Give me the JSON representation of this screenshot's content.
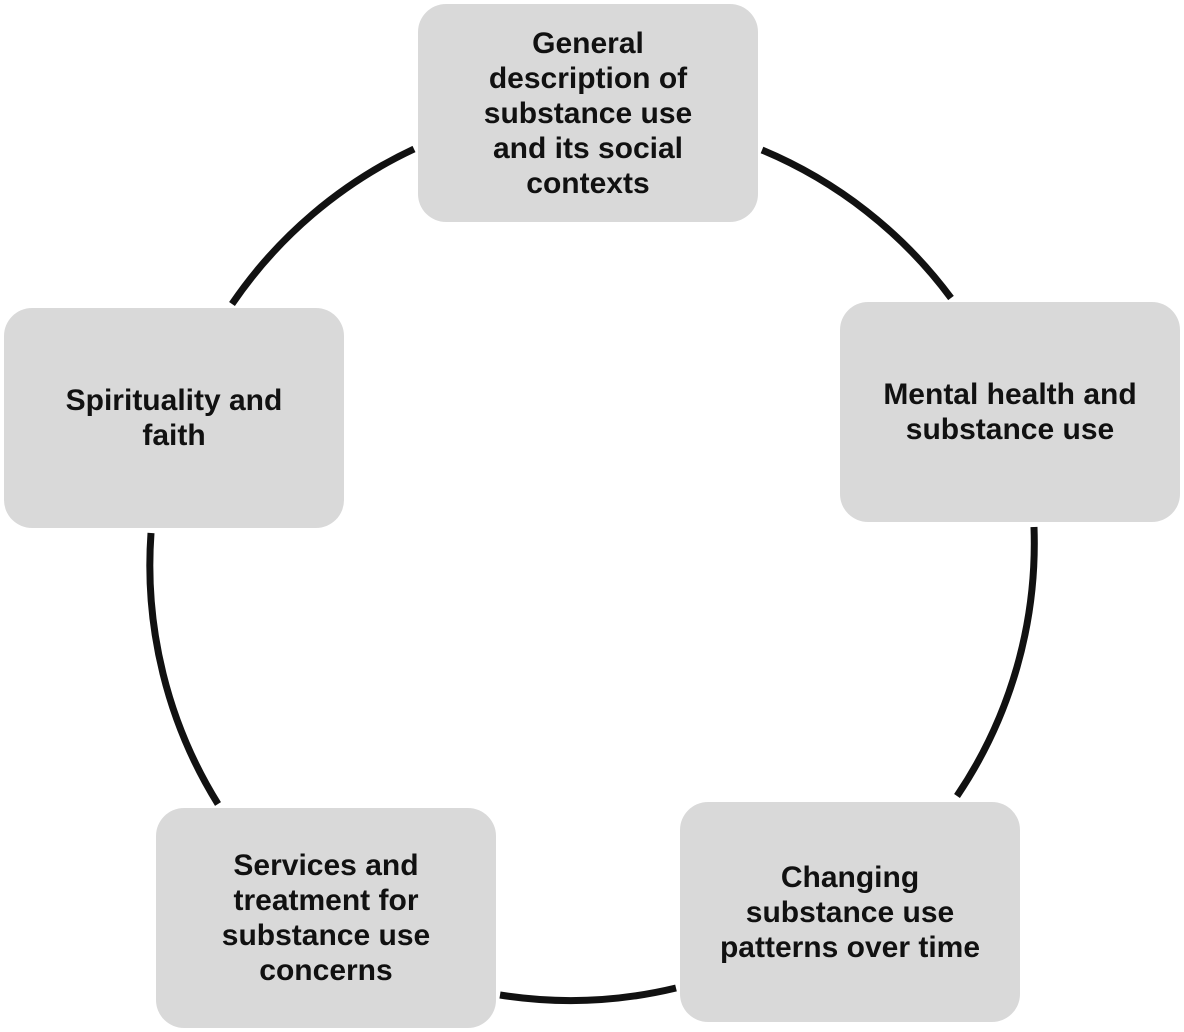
{
  "diagram": {
    "type": "cycle",
    "nodes": [
      {
        "id": "general",
        "label": "General\ndescription of\nsubstance use\nand its social\ncontexts"
      },
      {
        "id": "mental",
        "label": "Mental health and\nsubstance use"
      },
      {
        "id": "changing",
        "label": "Changing\nsubstance use\npatterns over time"
      },
      {
        "id": "services",
        "label": "Services and\ntreatment for\nsubstance use\nconcerns"
      },
      {
        "id": "spirituality",
        "label": "Spirituality and\nfaith"
      }
    ],
    "colors": {
      "node_fill": "#d9d9d9",
      "connector": "#111111",
      "text": "#111111",
      "background": "#ffffff"
    }
  }
}
